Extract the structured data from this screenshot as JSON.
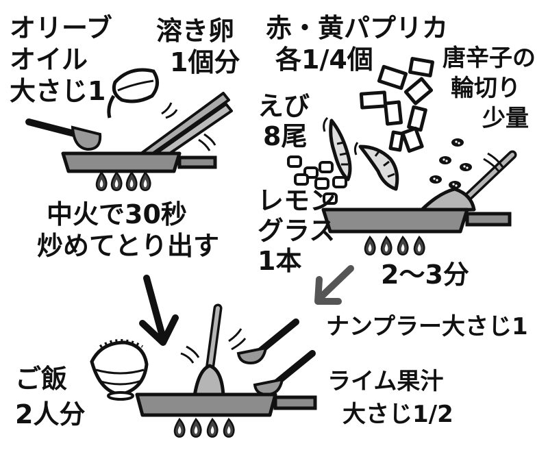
{
  "colors": {
    "ink": "#111111",
    "pan": "#8c8c8c",
    "utensil": "#b5b5b5",
    "background": "#ffffff"
  },
  "step1": {
    "olive_oil": [
      "オリーブ",
      "オイル",
      "大さじ1"
    ],
    "beaten_egg": [
      "溶き卵",
      "1個分"
    ],
    "instruction": [
      "中火で30秒",
      "炒めてとり出す"
    ]
  },
  "step2": {
    "paprika": [
      "赤・黄パプリカ",
      "各1/4個"
    ],
    "chili": [
      "唐辛子の",
      "輪切り",
      "少量"
    ],
    "shrimp": [
      "えび",
      "8尾"
    ],
    "lemongrass": [
      "レモン",
      "グラス",
      "1本"
    ],
    "time": "2〜3分"
  },
  "step3": {
    "rice": [
      "ご飯",
      "2人分"
    ],
    "fish_sauce": "ナンプラー大さじ1",
    "lime": [
      "ライム果汁",
      "大さじ1/2"
    ]
  },
  "icons": [
    "frying-pan-icon",
    "gas-flame-icon",
    "measuring-spoon-icon",
    "chopsticks-icon",
    "oil-bowl-icon",
    "shrimp-icon",
    "paprika-cube-icon",
    "chili-slice-icon",
    "lemongrass-piece-icon",
    "spatula-icon",
    "rice-bowl-icon",
    "arrow-icon"
  ]
}
